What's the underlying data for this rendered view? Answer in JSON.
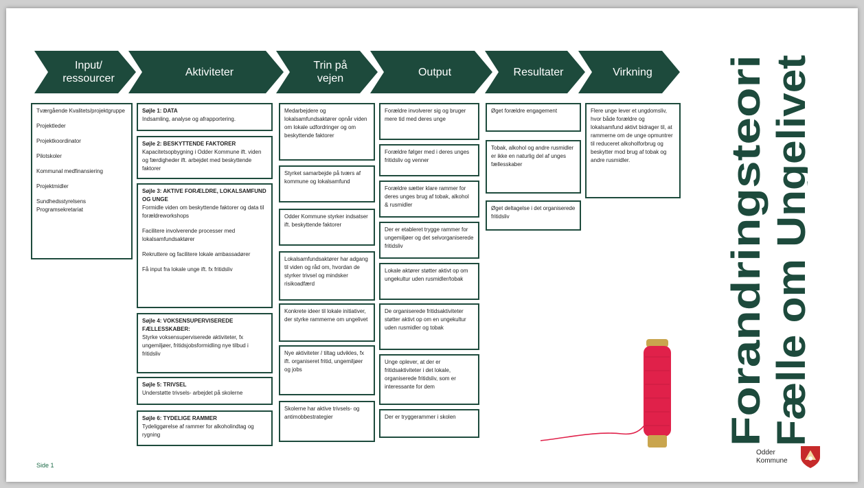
{
  "arrows": [
    {
      "label": "Input/\nressourcer"
    },
    {
      "label": "Aktiviteter"
    },
    {
      "label": "Trin på\nvejen"
    },
    {
      "label": "Output"
    },
    {
      "label": "Resultater"
    },
    {
      "label": "Virkning"
    }
  ],
  "input_items": [
    "Tværgående Kvalitets/projektgruppe",
    "Projektleder",
    "Projektkoordinator",
    "Pilotskoler",
    "Kommunal medfinansiering",
    "Projektmidler",
    "Sundhedsstyrelsens Programsekretariat"
  ],
  "activities": [
    {
      "heading": "Søjle 1: DATA",
      "lines": [
        "Indsamling, analyse og afrapportering."
      ]
    },
    {
      "heading": "Søjle 2: BESKYTTENDE FAKTORER",
      "lines": [
        "Kapacitetsopbygning i Odder Kommune ift. viden og færdigheder ift. arbejdet med beskyttende faktorer"
      ]
    },
    {
      "heading": "Søjle 3: AKTIVE FORÆLDRE, LOKALSAMFUND OG UNGE",
      "lines": [
        "Formidle viden om beskyttende faktorer og data til forældreworkshops",
        "Facilitere involverende processer med lokalsamfundsaktører",
        "Rekruttere og facilitere lokale ambassadører",
        "Få input fra lokale unge ift. fx fritidsliv"
      ]
    },
    {
      "heading": "Søjle 4: VOKSENSUPERVISEREDE FÆLLESSKABER:",
      "lines": [
        "Styrke voksensuperviserede aktiviteter, fx ungemiljøer, fritidsjobsformidling nye tilbud i fritidsliv"
      ]
    },
    {
      "heading": "Søjle 5: TRIVSEL",
      "lines": [
        "Understøtte trivsels- arbejdet på skolerne"
      ]
    },
    {
      "heading": "Søjle 6: TYDELIGE RAMMER",
      "lines": [
        "Tydeliggørelse af rammer for alkoholindtag og rygning"
      ]
    }
  ],
  "steps": [
    "Medarbejdere og lokalsamfundsaktører opnår viden om lokale udfordringer og om beskyttende faktorer",
    "Styrket samarbejde på tværs af kommune og lokalsamfund",
    "Odder Kommune styrker indsatser ift. beskyttende faktorer",
    "Lokalsamfundsaktører har adgang til viden og råd om, hvordan de styrker trivsel og mindsker risikoadfærd",
    "Konkrete ideer til lokale initiativer, der styrke rammerne om ungelivet",
    "Nye aktiviteter / tiltag udvikles, fx ift. organiseret fritid, ungemiljøer og jobs",
    "Skolerne har aktive trivsels- og antimobbestrategier"
  ],
  "outputs": [
    "Forældre involverer sig og bruger mere tid med deres unge",
    "Forældre følger med i deres unges fritidsliv og venner",
    "Forældre sætter klare rammer for deres unges brug af tobak, alkohol & rusmidler",
    "Der er etableret trygge rammer for ungemiljøer og det selvorganiserede fritidsliv",
    "Lokale aktører støtter aktivt op om ungekultur uden rusmidler/tobak",
    "De organiserede fritidsaktiviteter støtter aktivt op om en ungekultur uden rusmidler og tobak",
    "Unge oplever, at der er fritidsaktiviteter i det lokale, organiserede fritidsliv, som er interessante for dem",
    "Der er tryggerammer i skolen"
  ],
  "results": [
    "Øget forældre engagement",
    "Tobak, alkohol og andre rusmidler er ikke en naturlig del af unges fællesskaber",
    "Øget deltagelse i det organiserede fritidsliv"
  ],
  "impact": "Flere unge lever et ungdomsliv, hvor både forældre og lokalsamfund aktivt bidrager til, at rammerne om de unge opmuntrer til reduceret alkoholforbrug og beskytter mod brug af tobak og andre rusmidler.",
  "vertical_title": {
    "line1": "Forandringsteori",
    "line2": "Fælle om Ungelivet"
  },
  "logo": {
    "line1": "Odder",
    "line2": "Kommune"
  },
  "page_label": "Side 1",
  "colors": {
    "brand_green": "#1d4a3c",
    "thread_red": "#e0214a",
    "spool_wood": "#c9a54e",
    "crest_red": "#c62a2a"
  }
}
